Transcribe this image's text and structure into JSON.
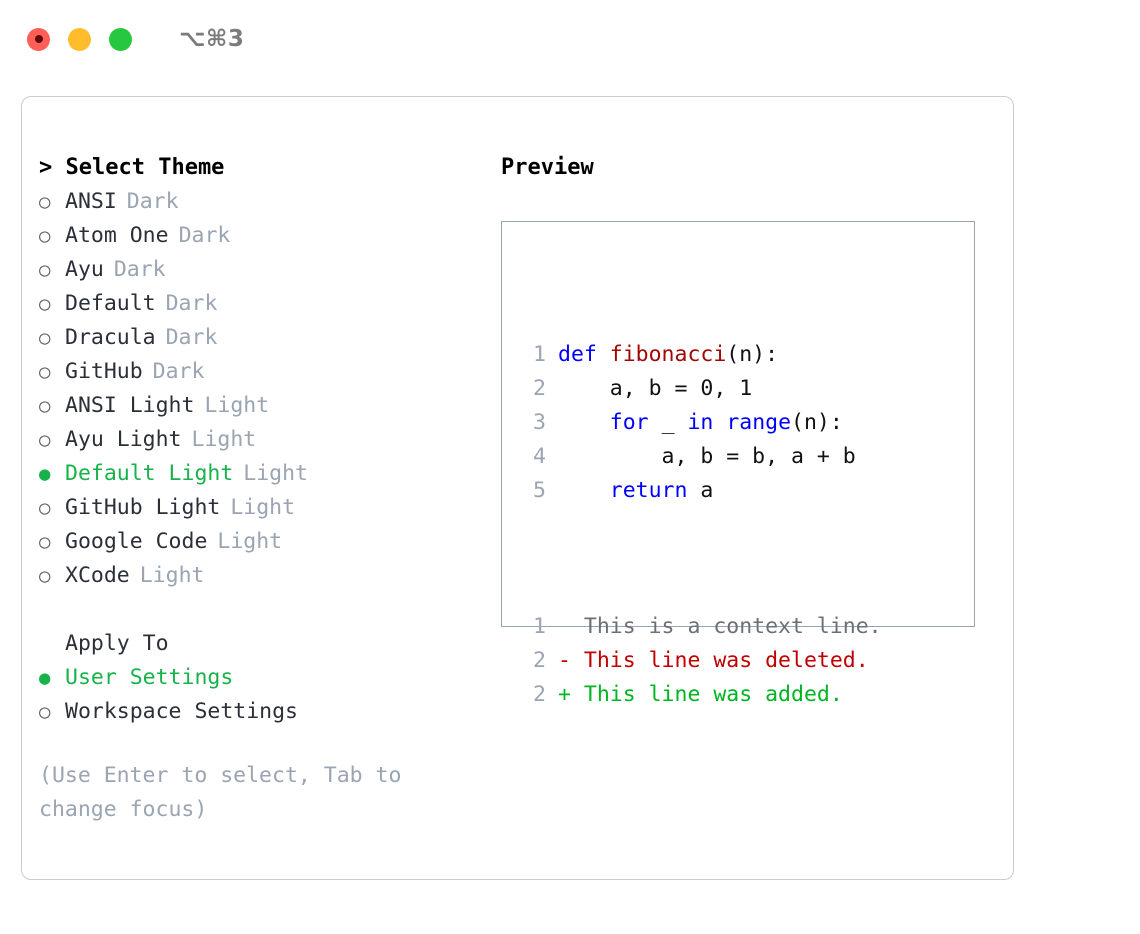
{
  "titlebar": {
    "shortcut": "⌥⌘3",
    "lights": [
      {
        "name": "close",
        "color": "#ff5f57"
      },
      {
        "name": "minimize",
        "color": "#ffbd2e"
      },
      {
        "name": "maximize",
        "color": "#27c840"
      }
    ]
  },
  "left": {
    "header": "> Select Theme",
    "themes": [
      {
        "marker": "○",
        "name": "ANSI",
        "tag": "Dark",
        "selected": false
      },
      {
        "marker": "○",
        "name": "Atom One",
        "tag": "Dark",
        "selected": false
      },
      {
        "marker": "○",
        "name": "Ayu",
        "tag": "Dark",
        "selected": false
      },
      {
        "marker": "○",
        "name": "Default",
        "tag": "Dark",
        "selected": false
      },
      {
        "marker": "○",
        "name": "Dracula",
        "tag": "Dark",
        "selected": false
      },
      {
        "marker": "○",
        "name": "GitHub",
        "tag": "Dark",
        "selected": false
      },
      {
        "marker": "○",
        "name": "ANSI Light",
        "tag": "Light",
        "selected": false
      },
      {
        "marker": "○",
        "name": "Ayu Light",
        "tag": "Light",
        "selected": false
      },
      {
        "marker": "●",
        "name": "Default Light",
        "tag": "Light",
        "selected": true
      },
      {
        "marker": "○",
        "name": "GitHub Light",
        "tag": "Light",
        "selected": false
      },
      {
        "marker": "○",
        "name": "Google Code",
        "tag": "Light",
        "selected": false
      },
      {
        "marker": "○",
        "name": "XCode",
        "tag": "Light",
        "selected": false
      }
    ],
    "apply_to": {
      "label": "Apply To",
      "options": [
        {
          "marker": "●",
          "name": "User Settings",
          "selected": true
        },
        {
          "marker": "○",
          "name": "Workspace Settings",
          "selected": false
        }
      ]
    },
    "hint": "(Use Enter to select, Tab to change focus)"
  },
  "preview": {
    "title": "Preview",
    "code_lines": [
      {
        "no": "1",
        "tokens": [
          {
            "t": "def ",
            "c": "kw"
          },
          {
            "t": "fibonacci",
            "c": "fn"
          },
          {
            "t": "(n):",
            "c": "plain"
          }
        ]
      },
      {
        "no": "2",
        "tokens": [
          {
            "t": "    a, b = 0, 1",
            "c": "plain"
          }
        ]
      },
      {
        "no": "3",
        "tokens": [
          {
            "t": "    ",
            "c": "plain"
          },
          {
            "t": "for",
            "c": "kw"
          },
          {
            "t": " _ ",
            "c": "plain"
          },
          {
            "t": "in",
            "c": "kw"
          },
          {
            "t": " ",
            "c": "plain"
          },
          {
            "t": "range",
            "c": "kw"
          },
          {
            "t": "(n):",
            "c": "plain"
          }
        ]
      },
      {
        "no": "4",
        "tokens": [
          {
            "t": "        a, b = b, a + b",
            "c": "plain"
          }
        ]
      },
      {
        "no": "5",
        "tokens": [
          {
            "t": "    ",
            "c": "plain"
          },
          {
            "t": "return",
            "c": "kw"
          },
          {
            "t": " a",
            "c": "plain"
          }
        ]
      }
    ],
    "diff_lines": [
      {
        "no": "1",
        "marker": " ",
        "text": " This is a context line.",
        "kind": "ctx"
      },
      {
        "no": "2",
        "marker": "-",
        "text": " This line was deleted.",
        "kind": "del"
      },
      {
        "no": "2",
        "marker": "+",
        "text": " This line was added.",
        "kind": "add"
      }
    ]
  },
  "colors": {
    "accent_green": "#16b34a",
    "muted": "#9aa4b2",
    "keyword": "#0000ff",
    "function": "#a00707",
    "diff_add": "#00b521",
    "diff_del": "#c00000"
  }
}
